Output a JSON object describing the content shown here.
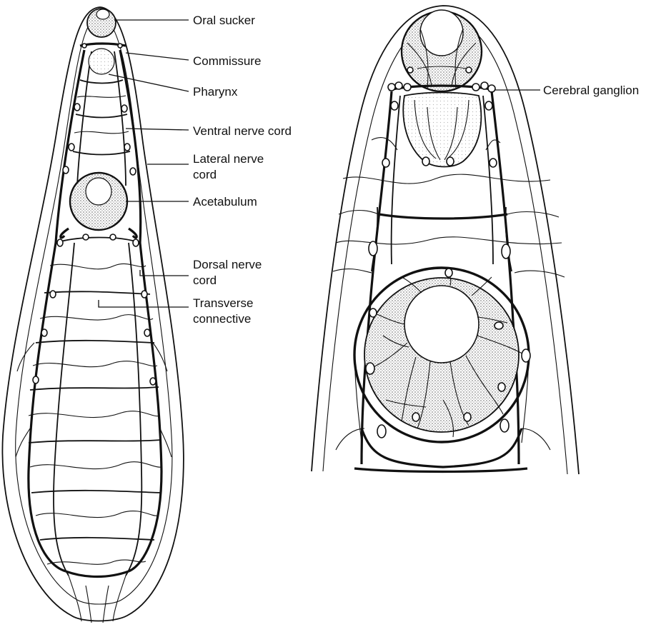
{
  "labels": {
    "oral_sucker": "Oral sucker",
    "commissure": "Commissure",
    "pharynx": "Pharynx",
    "ventral_nerve_cord": "Ventral nerve cord",
    "lateral_nerve_cord_line1": "Lateral nerve",
    "lateral_nerve_cord_line2": "cord",
    "acetabulum": "Acetabulum",
    "dorsal_nerve_cord_line1": "Dorsal nerve",
    "dorsal_nerve_cord_line2": "cord",
    "transverse_connective_line1": "Transverse",
    "transverse_connective_line2": "connective",
    "cerebral_ganglion": "Cerebral ganglion"
  },
  "colors": {
    "line": "#111111",
    "stipple": "#8a8a8a",
    "background": "#ffffff"
  }
}
